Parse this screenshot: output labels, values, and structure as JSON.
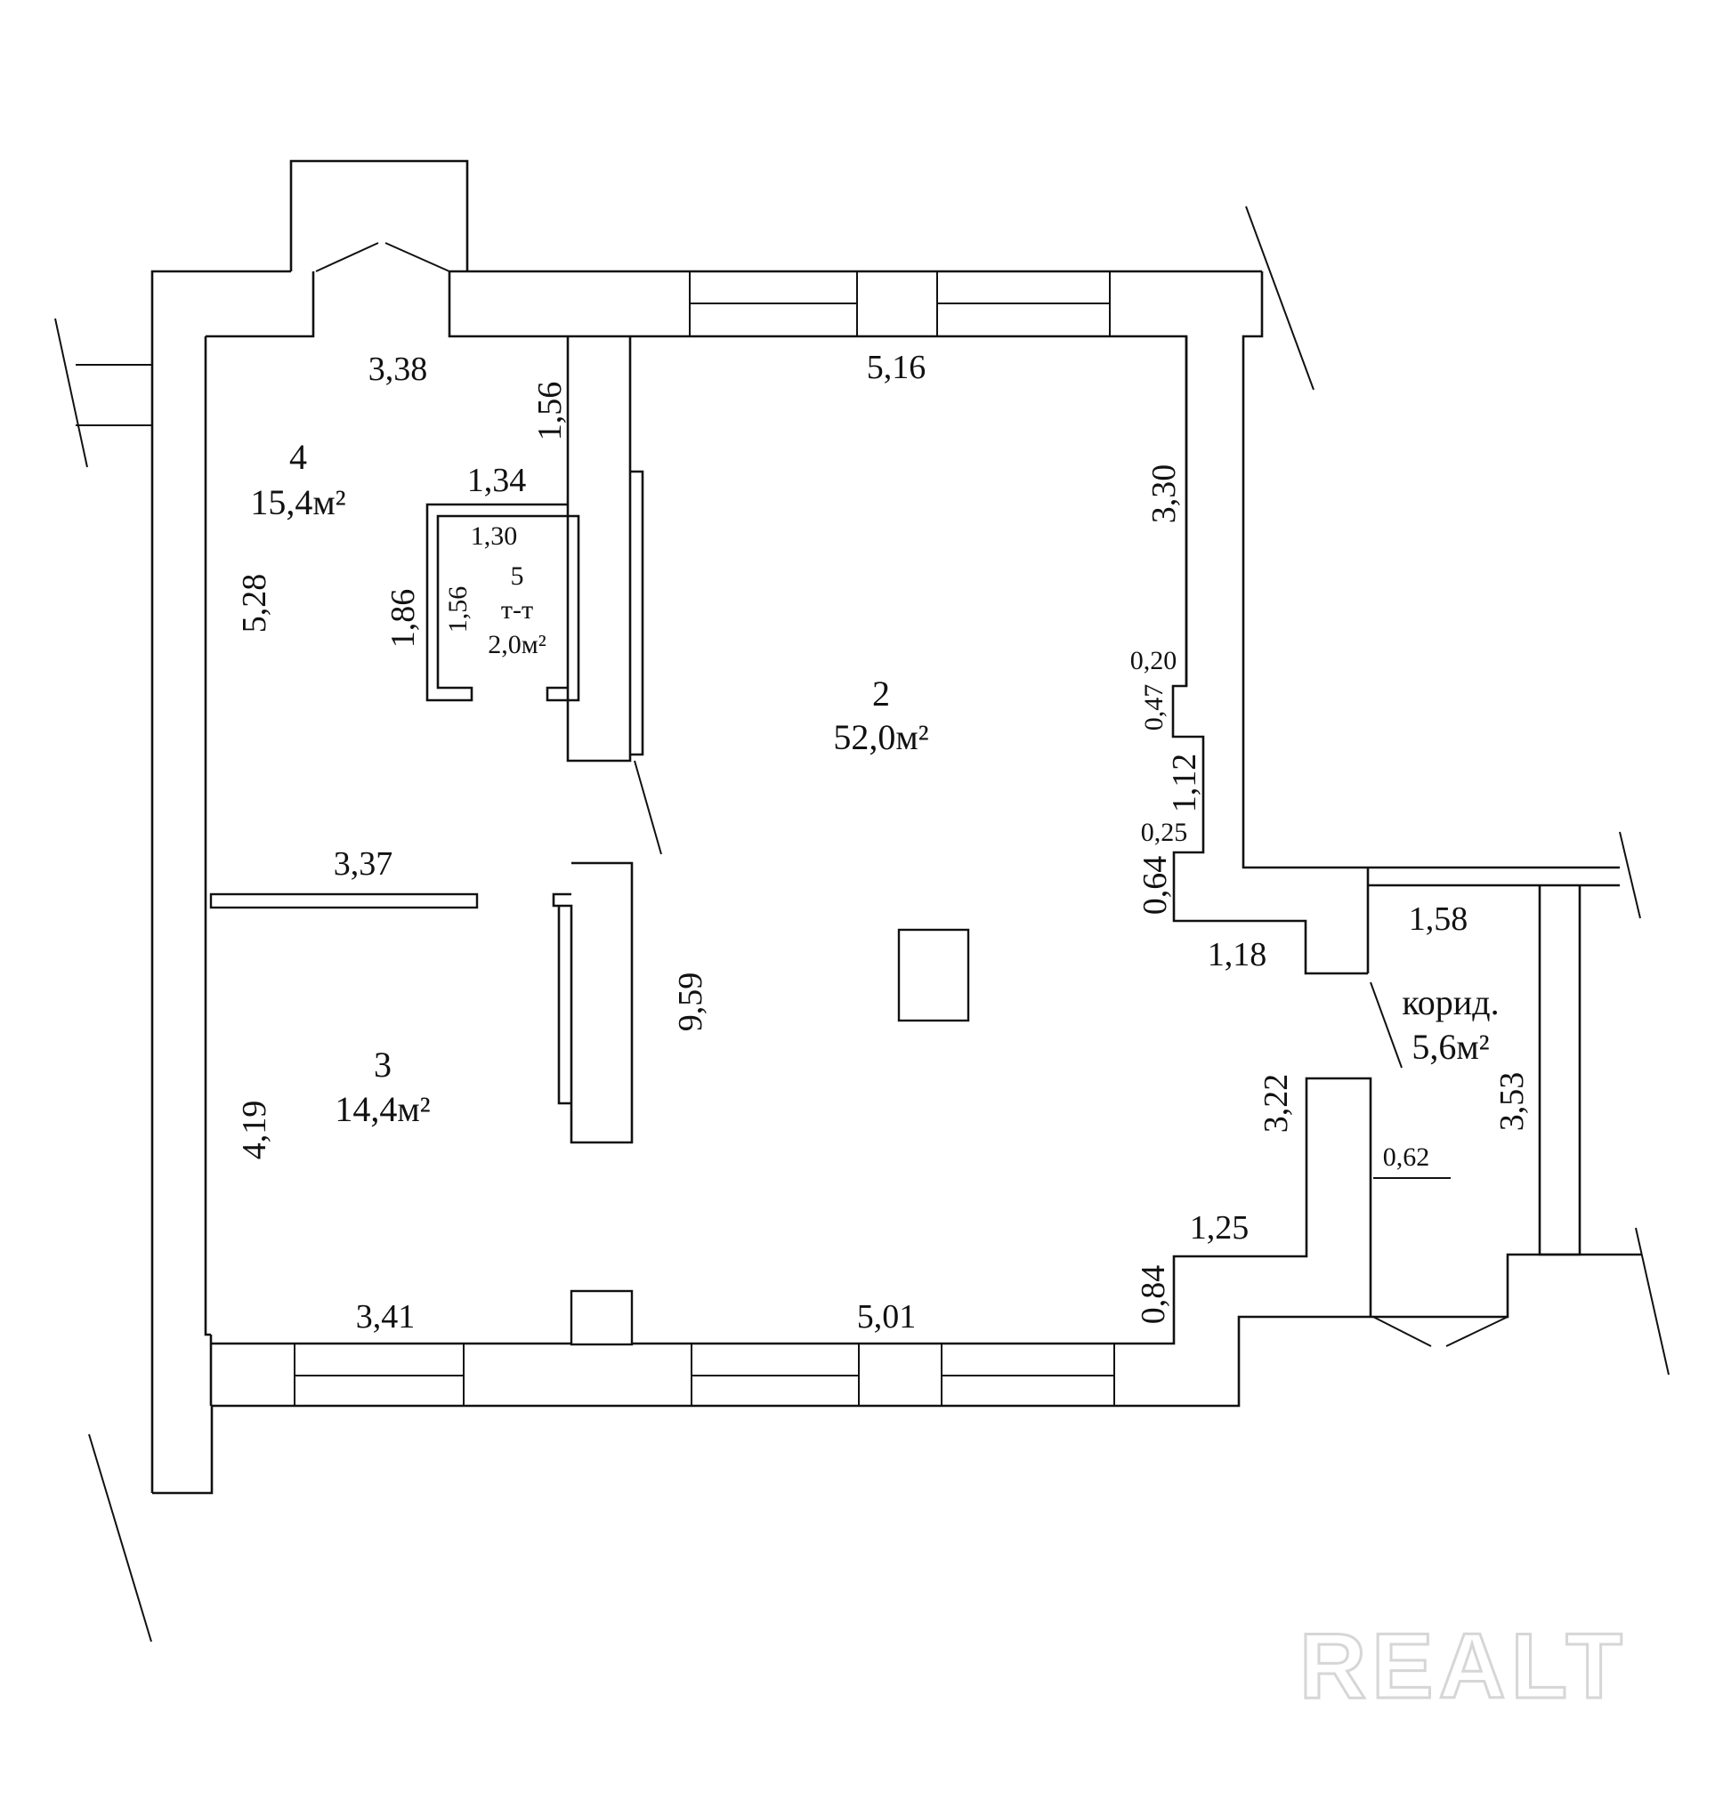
{
  "rooms": [
    {
      "number": "2",
      "area": "52,0м²"
    },
    {
      "number": "3",
      "area": "14,4м²"
    },
    {
      "number": "4",
      "area": "15,4м²"
    },
    {
      "number": "5",
      "name": "т-т",
      "area": "2,0м²"
    },
    {
      "name": "корид.",
      "area": "5,6м²"
    }
  ],
  "dimensions": {
    "r4_top": "3,38",
    "r2_top": "5,16",
    "r4_partition": "1,56",
    "wc_outer_top": "1,34",
    "wc_inner_top": "1,30",
    "r4_left": "5,28",
    "wc_outer_left": "1,86",
    "wc_inner_left": "1,56",
    "r2_right_upper": "3,30",
    "step_020": "0,20",
    "step_047": "0,47",
    "step_112": "1,12",
    "step_025": "0,25",
    "step_064": "0,64",
    "r3_top": "3,37",
    "step_118": "1,18",
    "cor_top": "1,58",
    "r2_height": "9,59",
    "r3_left": "4,19",
    "r2_right_lower": "3,22",
    "cor_right": "3,53",
    "cor_door": "0,62",
    "step_125": "1,25",
    "step_084": "0,84",
    "r3_bottom": "3,41",
    "r2_bottom": "5,01"
  },
  "watermark": "REALT"
}
